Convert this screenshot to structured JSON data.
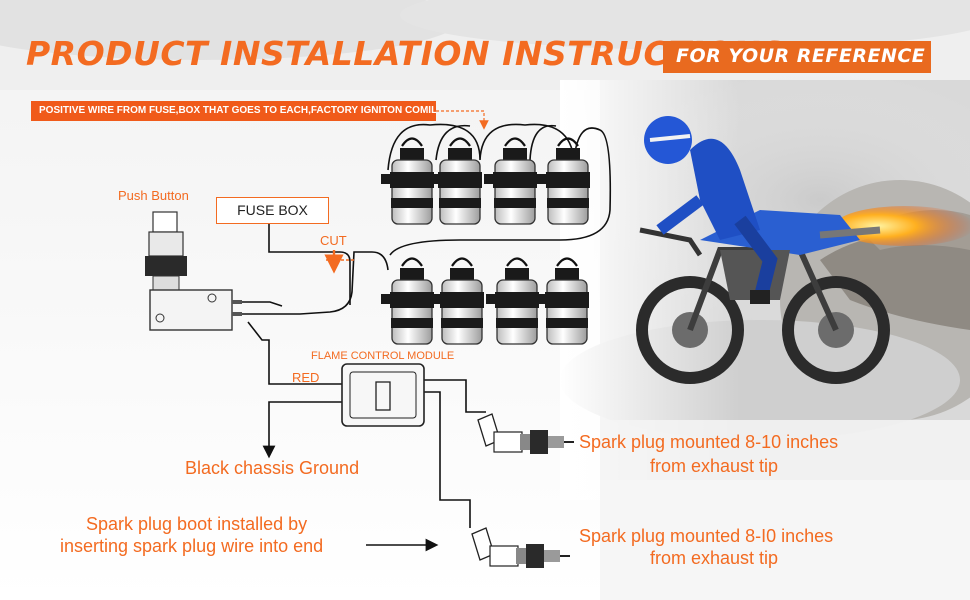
{
  "header": {
    "title": "PRODUCT INSTALLATION INSTRUCTIONS",
    "reference_tag": "FOR YOUR REFERENCE"
  },
  "diagram": {
    "positive_wire_note": "POSITIVE WIRE FROM FUSE,BOX THAT GOES TO EACH,FACTORY IGNITON COMIL",
    "push_button_label": "Push Button",
    "fuse_box_label": "FUSE BOX",
    "cut_label": "CUT",
    "module_label": "FLAME CONTROL MODULE",
    "red_label": "RED",
    "ground_label": "Black chassis Ground",
    "spark_plug_top_line1": "Spark plug mounted 8-10 inches",
    "spark_plug_top_line2": "from exhaust tip",
    "spark_plug_bottom_line1": "Spark plug mounted 8-I0 inches",
    "spark_plug_bottom_line2": "from exhaust tip",
    "boot_line1": "Spark plug boot installed by",
    "boot_line2": "inserting spark plug wire into end",
    "coil_count": 8
  },
  "colors": {
    "accent": "#f36b21",
    "tag_orange": "#e96a1f",
    "wire": "#111111",
    "rider_blue": "#1f4fc4"
  },
  "photo": {
    "subject": "dirt-bike-rider-with-exhaust-flame"
  }
}
